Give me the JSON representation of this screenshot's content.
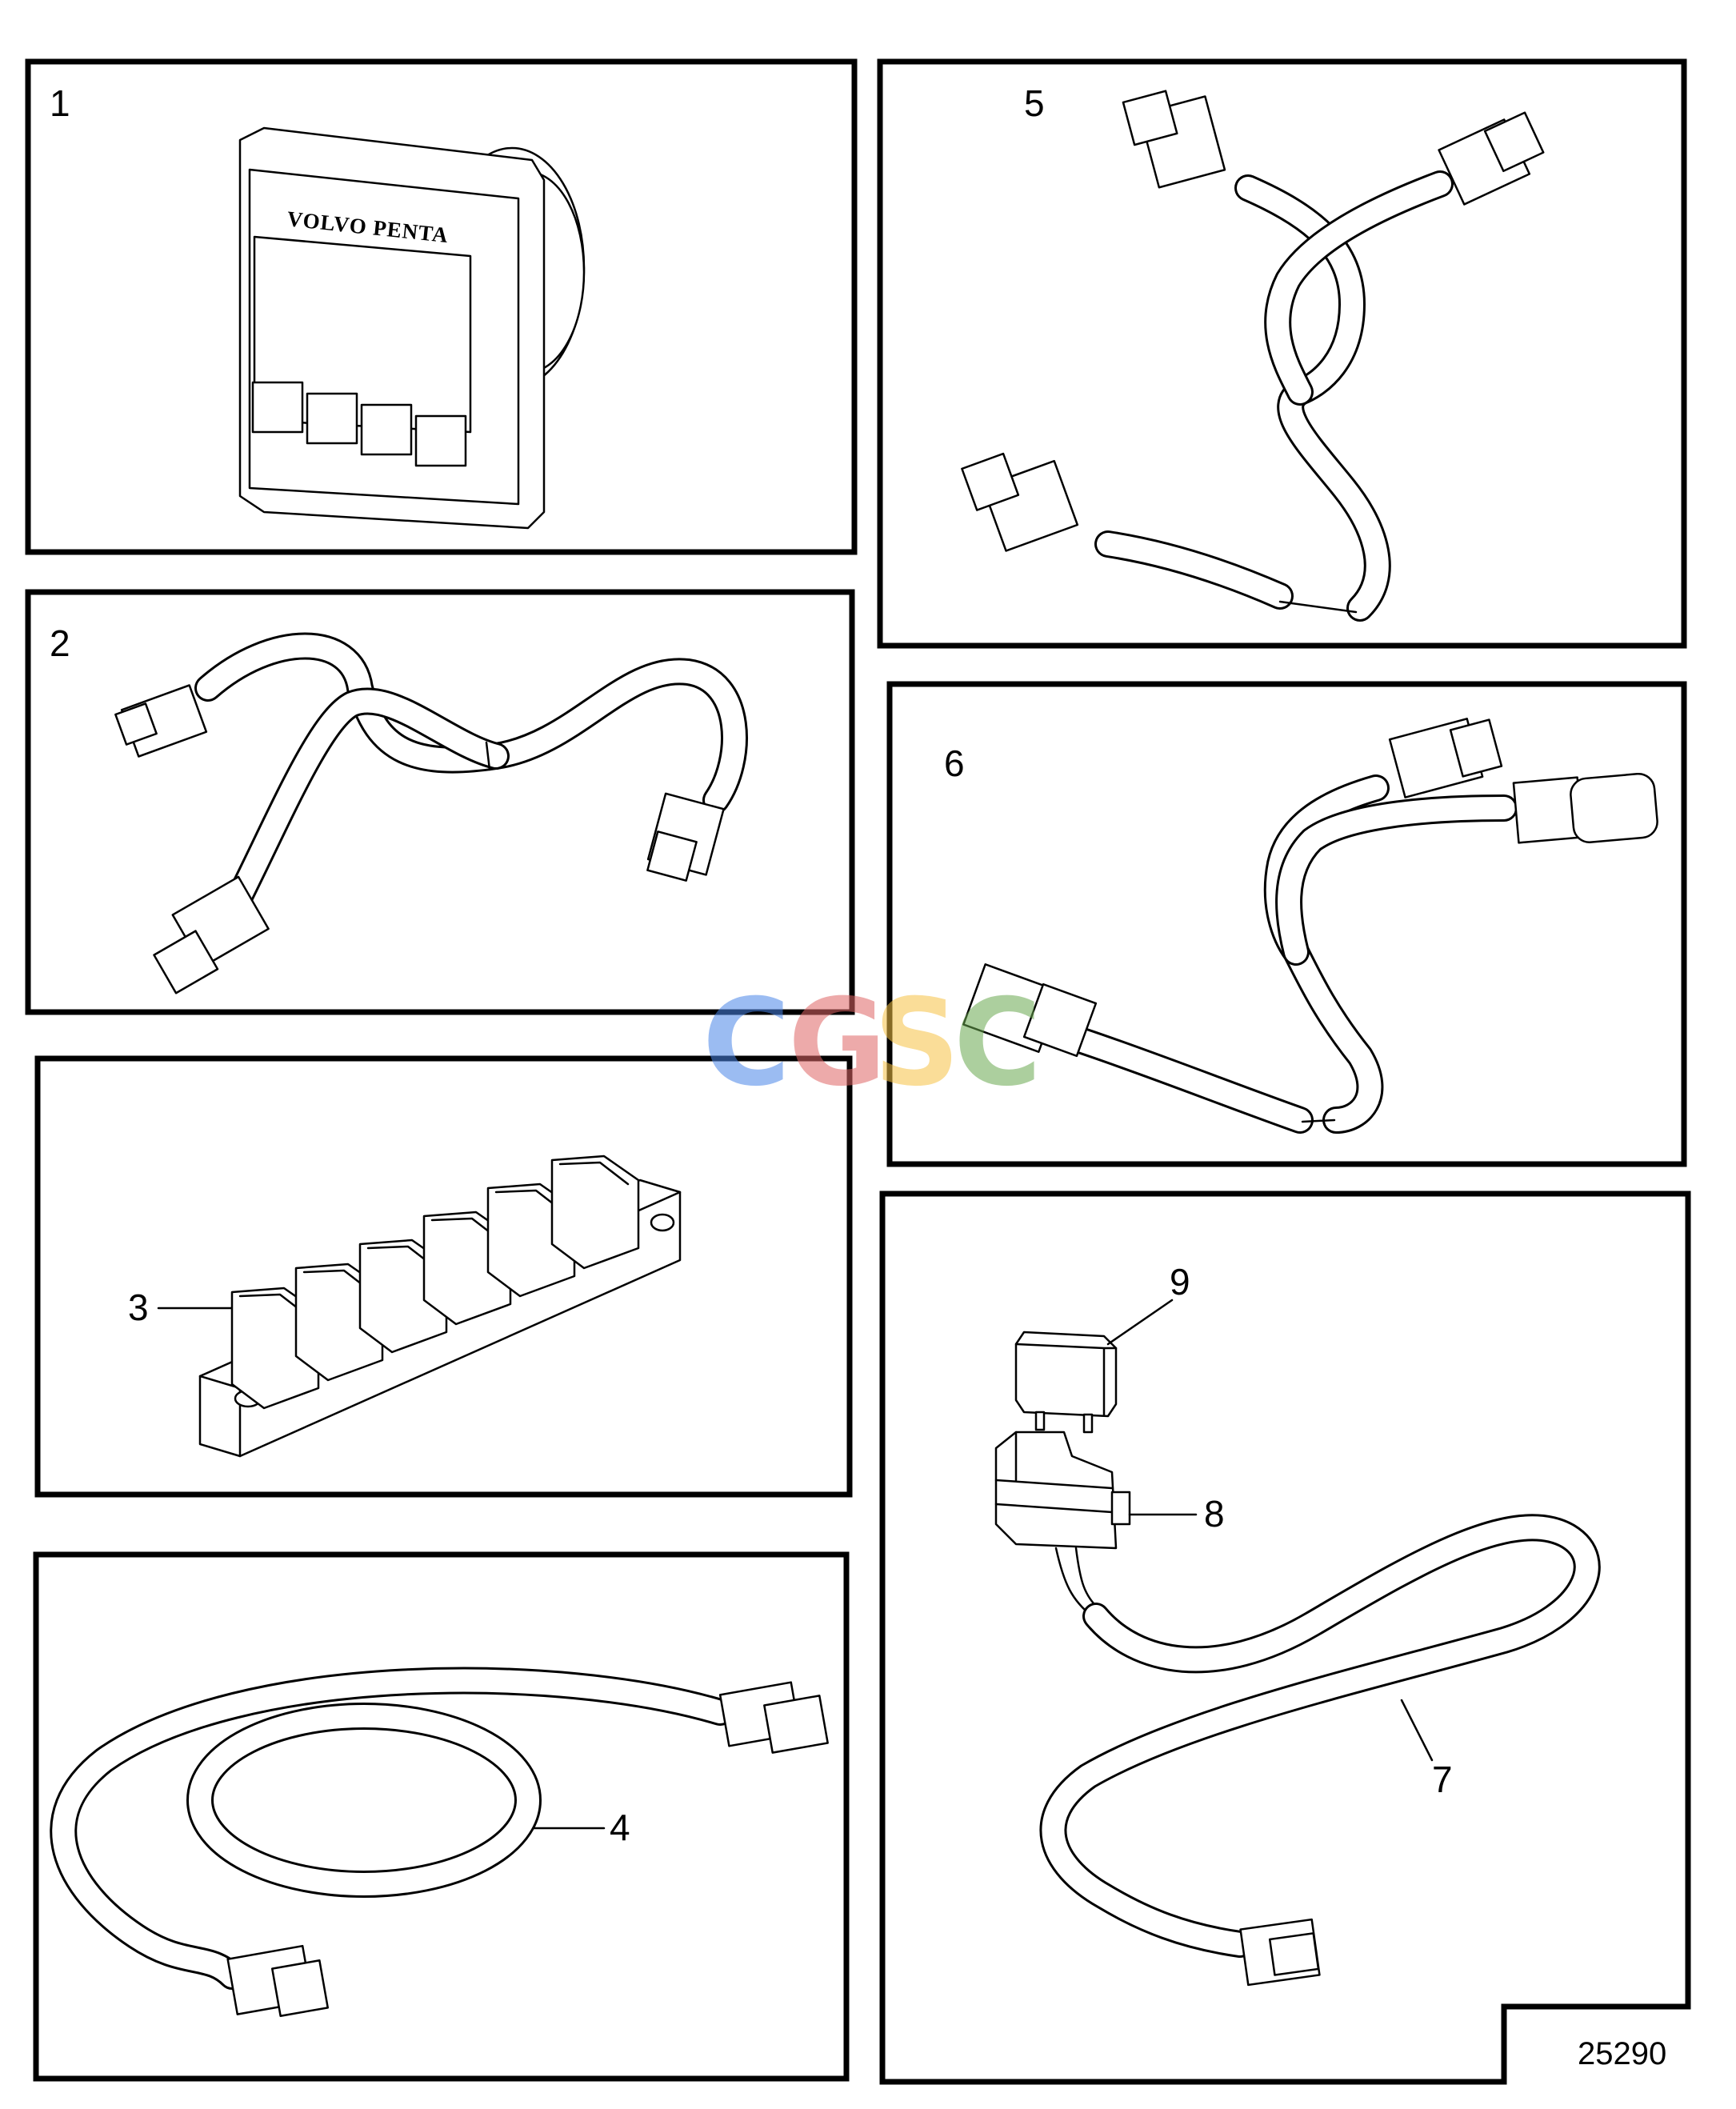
{
  "callouts": {
    "c1": "1",
    "c2": "2",
    "c3": "3",
    "c4": "4",
    "c5": "5",
    "c6": "6",
    "c7": "7",
    "c8": "8",
    "c9": "9"
  },
  "display_brand": "VOLVO PENTA",
  "figure_number": "25290",
  "watermark": {
    "letters": [
      "C",
      "G",
      "S",
      "C"
    ],
    "colors": [
      "#4a86e8",
      "#e06666",
      "#f6c244",
      "#6aa84f"
    ]
  }
}
